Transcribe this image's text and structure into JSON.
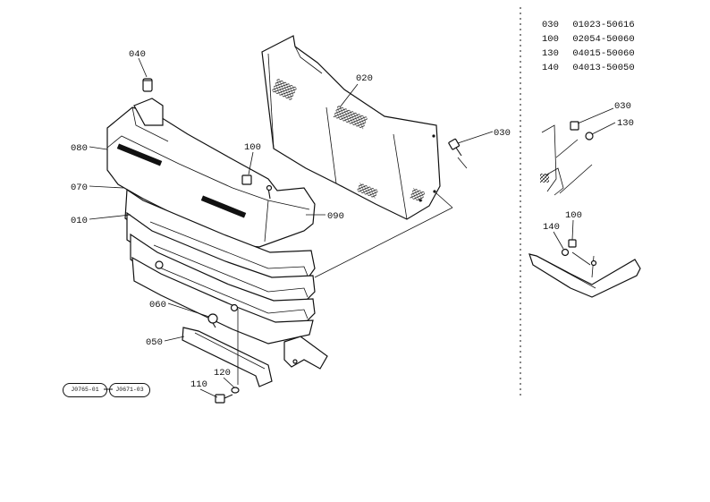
{
  "callouts": {
    "c010": "010",
    "c020": "020",
    "c030_main": "030",
    "c030_inset": "030",
    "c040": "040",
    "c050": "050",
    "c060": "060",
    "c070": "070",
    "c080": "080",
    "c090": "090",
    "c100_main": "100",
    "c100_inset": "100",
    "c110": "110",
    "c120": "120",
    "c130_inset": "130",
    "c140_inset": "140"
  },
  "parts_table": [
    {
      "ref": "030",
      "part": "01023-50616"
    },
    {
      "ref": "100",
      "part": "02054-50060"
    },
    {
      "ref": "130",
      "part": "04015-50060"
    },
    {
      "ref": "140",
      "part": "04013-50050"
    }
  ],
  "reference_codes": [
    "J0765-01",
    "J0671-03"
  ]
}
